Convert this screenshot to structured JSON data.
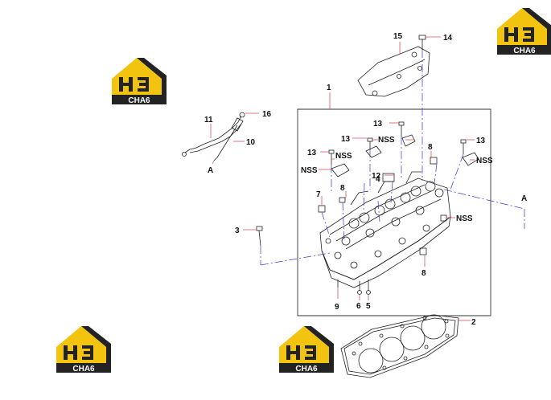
{
  "logo": {
    "mark": "H3",
    "text": "CHA6"
  },
  "labels": {
    "p1": "1",
    "p2": "2",
    "p3": "3",
    "p4": "4",
    "p5": "5",
    "p6": "6",
    "p7": "7",
    "p8a": "8",
    "p8b": "8",
    "p8c": "8",
    "p9": "9",
    "p10": "10",
    "p11": "11",
    "p12": "12",
    "p13a": "13",
    "p13b": "13",
    "p13c": "13",
    "p13d": "13",
    "p14": "14",
    "p15": "15",
    "p16": "16",
    "nss1": "NSS",
    "nss2": "NSS",
    "nss3": "NSS",
    "nss4": "NSS",
    "nss5": "NSS",
    "ref_a1": "A",
    "ref_a2": "A"
  },
  "colors": {
    "logo_yellow": "#f2c30f",
    "logo_dark": "#232323",
    "leader": "#e0505a",
    "phantom": "#4a4adf"
  }
}
